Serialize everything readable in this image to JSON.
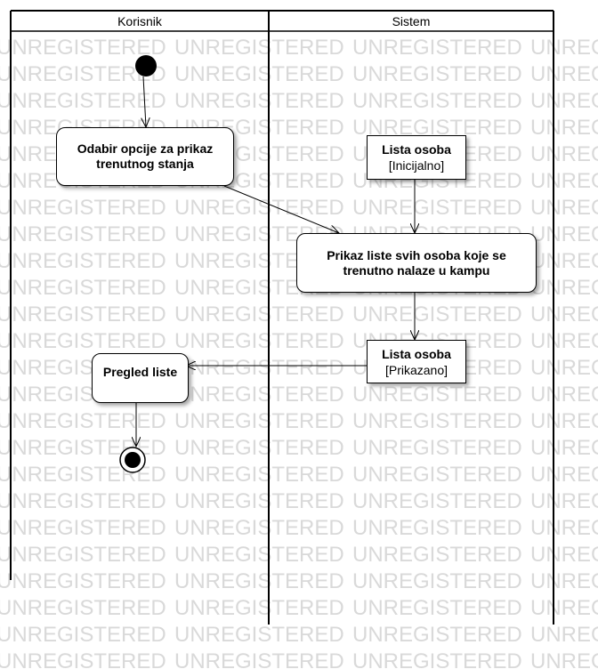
{
  "watermark": {
    "text": "UNREGISTERED",
    "color": "#d9d9d9"
  },
  "lanes": [
    {
      "name": "Korisnik"
    },
    {
      "name": "Sistem"
    }
  ],
  "nodes": {
    "odabir": "Odabir opcije za prikaz\ntrenutnog stanja",
    "prikaz": "Prikaz liste svih osoba koje se\ntrenutno nalaze u kampu",
    "pregled": "Pregled liste",
    "lista_inicijalno": {
      "title": "Lista osoba",
      "state": "[Inicijalno]"
    },
    "lista_prikazano": {
      "title": "Lista osoba",
      "state": "[Prikazano]"
    }
  }
}
